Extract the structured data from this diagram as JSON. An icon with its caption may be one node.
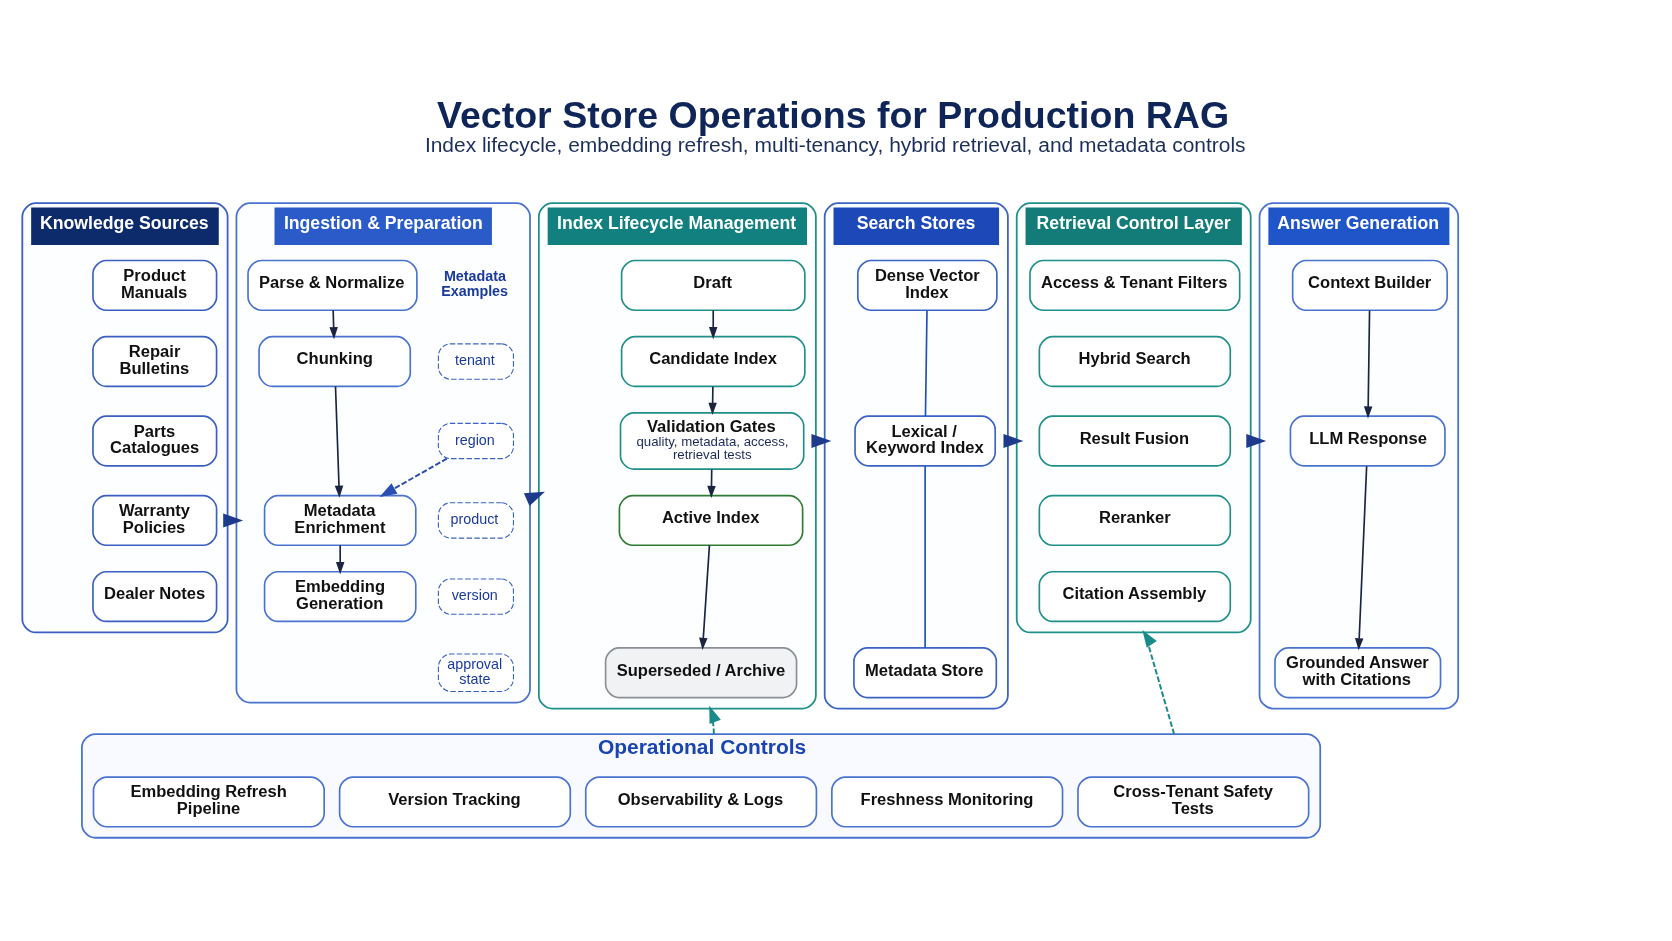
{
  "diagram": {
    "title": "Vector Store Operations for Production RAG",
    "caption": "Index lifecycle, embedding refresh, multi-tenancy, hybrid retrieval, and metadata controls",
    "nodes": [
      {
        "text": [
          "Knowledge Sources"
        ]
      },
      {
        "text": [
          "Product Manuals"
        ],
        "in": 0
      },
      {
        "text": [
          "Repair Bulletins"
        ],
        "in": 0
      },
      {
        "text": [
          "Parts Catalogues"
        ],
        "in": 0
      },
      {
        "text": [
          "Warranty Policies"
        ],
        "in": 0
      },
      {
        "text": [
          "Dealer Notes"
        ],
        "in": 0
      },
      {
        "text": [
          "Ingestion & Preparation"
        ]
      },
      {
        "text": [
          "Parse & Normalize"
        ],
        "in": 6
      },
      {
        "text": [
          "Chunking"
        ],
        "in": 6
      },
      {
        "text": [
          "Metadata Enrichment"
        ],
        "in": 6
      },
      {
        "text": [
          "Embedding Generation"
        ],
        "in": 6
      },
      {
        "text": [
          "tenant"
        ],
        "in": 6
      },
      {
        "text": [
          "region"
        ],
        "in": 6
      },
      {
        "text": [
          "product"
        ],
        "in": 6
      },
      {
        "text": [
          "version"
        ],
        "in": 6
      },
      {
        "text": [
          "approval state"
        ],
        "in": 6
      },
      {
        "text": [
          "Index Lifecycle Management"
        ]
      },
      {
        "text": [
          "Draft"
        ],
        "in": 16
      },
      {
        "text": [
          "Candidate Index"
        ],
        "in": 16
      },
      {
        "text": [
          "Validation Gates",
          "quality, metadata, access, retrieval tests"
        ],
        "in": 16
      },
      {
        "text": [
          "Active Index"
        ],
        "in": 16
      },
      {
        "text": [
          "Superseded / Archive"
        ],
        "in": 16
      },
      {
        "text": [
          "Search Stores"
        ]
      },
      {
        "text": [
          "Dense Vector Index"
        ],
        "in": 22
      },
      {
        "text": [
          "Lexical / Keyword Index"
        ],
        "in": 22
      },
      {
        "text": [
          "Metadata Store"
        ],
        "in": 22
      },
      {
        "text": [
          "Retrieval Control Layer"
        ]
      },
      {
        "text": [
          "Access & Tenant Filters"
        ],
        "in": 26
      },
      {
        "text": [
          "Hybrid Search"
        ],
        "in": 26
      },
      {
        "text": [
          "Result Fusion"
        ],
        "in": 26
      },
      {
        "text": [
          "Reranker"
        ],
        "in": 26
      },
      {
        "text": [
          "Citation Assembly"
        ],
        "in": 26
      },
      {
        "text": [
          "Answer Generation"
        ]
      },
      {
        "text": [
          "Context Builder"
        ],
        "in": 32
      },
      {
        "text": [
          "LLM Response"
        ],
        "in": 32
      },
      {
        "text": [
          "Grounded Answer with Citations"
        ],
        "in": 32
      },
      {
        "text": [
          "Operational Controls"
        ]
      },
      {
        "text": [
          "Embedding Refresh Pipeline"
        ],
        "in": 36
      },
      {
        "text": [
          "Version Tracking"
        ],
        "in": 36
      },
      {
        "text": [
          "Observability & Logs"
        ],
        "in": 36
      },
      {
        "text": [
          "Freshness Monitoring"
        ],
        "in": 36
      },
      {
        "text": [
          "Cross-Tenant Safety Tests"
        ],
        "in": 36
      }
    ],
    "edges": [
      {
        "from": 0,
        "to": 6,
        "arrow": "to",
        "style": "thick",
        "color": "#1e3a8a"
      },
      {
        "from": 7,
        "to": 8,
        "arrow": "to"
      },
      {
        "from": 8,
        "to": 9,
        "arrow": "to"
      },
      {
        "from": 9,
        "to": 10,
        "arrow": "to"
      },
      {
        "from": 12,
        "to": 9,
        "arrow": "to",
        "style": "dashed",
        "color": "#2a4fb0"
      },
      {
        "from": 6,
        "to": 16,
        "arrow": "to",
        "style": "thick",
        "color": "#1e3a8a"
      },
      {
        "from": 17,
        "to": 18,
        "arrow": "to"
      },
      {
        "from": 18,
        "to": 19,
        "arrow": "to"
      },
      {
        "from": 19,
        "to": 20,
        "arrow": "to"
      },
      {
        "from": 20,
        "to": 21,
        "arrow": "to"
      },
      {
        "from": 16,
        "to": 22,
        "arrow": "to",
        "style": "thick",
        "color": "#1e3a8a"
      },
      {
        "from": 23,
        "to": 24,
        "arrow": "none",
        "color": "#1f4fb8"
      },
      {
        "from": 24,
        "to": 25,
        "arrow": "none",
        "color": "#1f4fb8"
      },
      {
        "from": 22,
        "to": 26,
        "arrow": "to",
        "style": "thick",
        "color": "#1e3a8a"
      },
      {
        "from": 26,
        "to": 32,
        "arrow": "to",
        "style": "thick",
        "color": "#1e3a8a"
      },
      {
        "from": 33,
        "to": 34,
        "arrow": "to"
      },
      {
        "from": 34,
        "to": 35,
        "arrow": "to"
      },
      {
        "from": 36,
        "to": 16,
        "arrow": "to",
        "style": "dashed",
        "color": "#1a8a8a"
      },
      {
        "from": 36,
        "to": 26,
        "arrow": "to",
        "style": "dashed",
        "color": "#1a8a8a"
      }
    ],
    "labels": [
      "Metadata Examples"
    ]
  }
}
